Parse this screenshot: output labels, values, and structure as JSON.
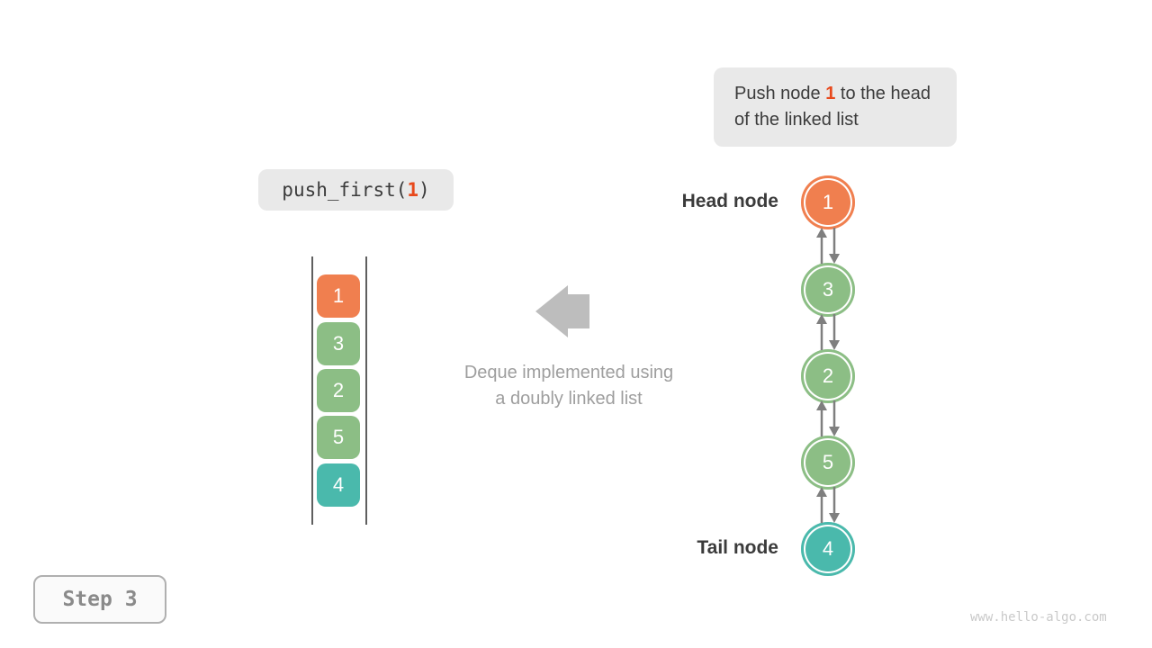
{
  "colors": {
    "orange": "#f07f4f",
    "green": "#8cbe85",
    "teal": "#4ab9ac",
    "accent": "#e8491c",
    "box_bg": "#e9e9e9",
    "dark_text": "#3b3b3b",
    "muted_text": "#9e9e9e",
    "block_arrow_gray": "#bdbdbd",
    "link_arrow_gray": "#7f7f7f"
  },
  "annotation": {
    "before": "Push node ",
    "highlight": "1",
    "after": " to the head of the linked list"
  },
  "code_call": {
    "prefix": "push_first(",
    "arg": "1",
    "suffix": ")"
  },
  "deque_stack": {
    "items": [
      {
        "value": "1",
        "color": "#f07f4f"
      },
      {
        "value": "3",
        "color": "#8cbe85"
      },
      {
        "value": "2",
        "color": "#8cbe85"
      },
      {
        "value": "5",
        "color": "#8cbe85"
      },
      {
        "value": "4",
        "color": "#4ab9ac"
      }
    ]
  },
  "caption": {
    "line1": "Deque implemented using",
    "line2": "a doubly linked list"
  },
  "linked_list": {
    "head_label": "Head node",
    "tail_label": "Tail node",
    "nodes": [
      {
        "value": "1",
        "color": "#f07f4f"
      },
      {
        "value": "3",
        "color": "#8cbe85"
      },
      {
        "value": "2",
        "color": "#8cbe85"
      },
      {
        "value": "5",
        "color": "#8cbe85"
      },
      {
        "value": "4",
        "color": "#4ab9ac"
      }
    ]
  },
  "icons": {
    "block_arrow": "left-block-arrow",
    "link_arrows": "up-down-double-arrow"
  },
  "step_badge": {
    "label": "Step 3"
  },
  "watermark": "www.hello-algo.com"
}
